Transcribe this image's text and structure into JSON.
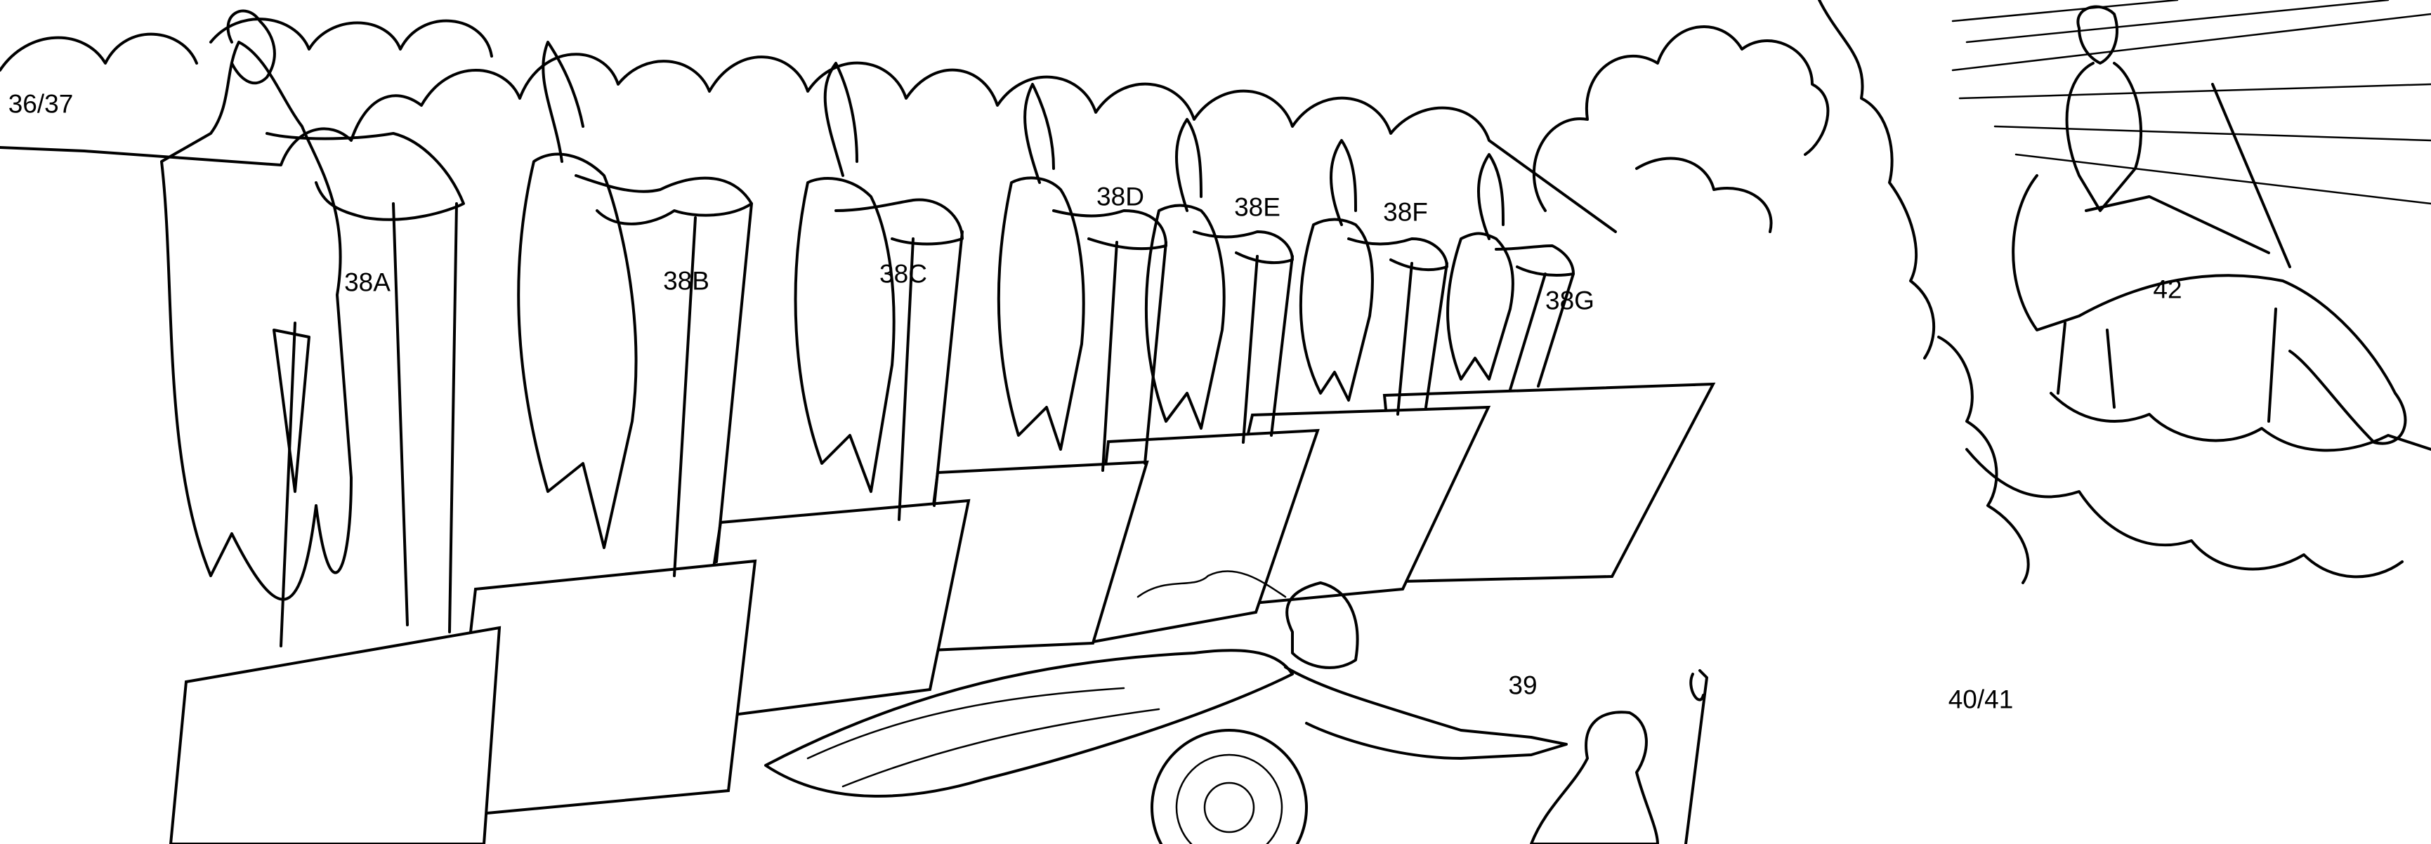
{
  "labels": {
    "l36_37": "36/37",
    "l38a": "38A",
    "l38b": "38B",
    "l38c": "38C",
    "l38d": "38D",
    "l38e": "38E",
    "l38f": "38F",
    "l38g": "38G",
    "l39": "39",
    "l40_41": "40/41",
    "l42": "42"
  },
  "colors": {
    "ink": "#000000",
    "paper": "#ffffff"
  }
}
